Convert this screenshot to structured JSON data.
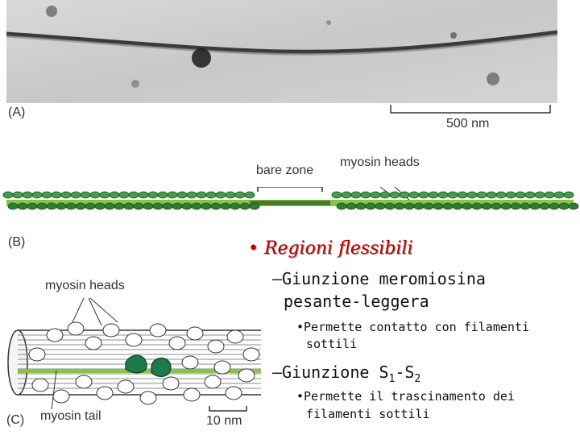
{
  "panel_a": {
    "label": "(A)",
    "scale": "500 nm"
  },
  "panel_b": {
    "label": "(B)",
    "bare_zone": "bare zone",
    "myosin_heads": "myosin heads"
  },
  "panel_c": {
    "label": "(C)",
    "myosin_heads": "myosin heads",
    "myosin_tail": "myosin tail",
    "scale": "10 nm"
  },
  "text": {
    "main_bullet": "• Regioni flessibili",
    "sub1_line1": "–Giunzione meromiosina",
    "sub1_line2": "pesante-leggera",
    "sub1a_line1": "•Permette contatto con filamenti",
    "sub1a_line2": "sottili",
    "sub2_prefix": "–Giunzione S",
    "sub2_sub1": "1",
    "sub2_mid": "-S",
    "sub2_sub2": "2",
    "sub2a_line1": "•Permette il trascinamento dei",
    "sub2a_line2": "filamenti sottili"
  },
  "colors": {
    "bullet": "#c00000",
    "myosin_green": "#2e7d32",
    "light_green": "#8bc34a"
  }
}
